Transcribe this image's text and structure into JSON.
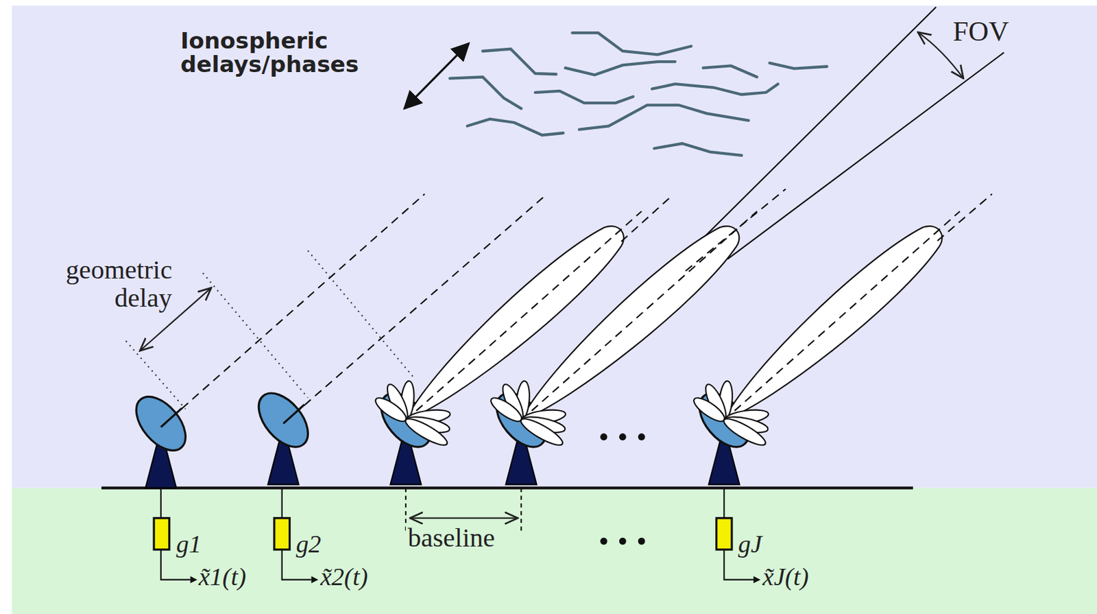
{
  "diagram": {
    "labels": [
      "Ionospheric delays/phases",
      "FOV",
      "geometric delay",
      "baseline",
      "g1",
      "x̃1(t)",
      "g2",
      "x̃2(t)",
      "gJ",
      "x̃J(t)"
    ]
  }
}
